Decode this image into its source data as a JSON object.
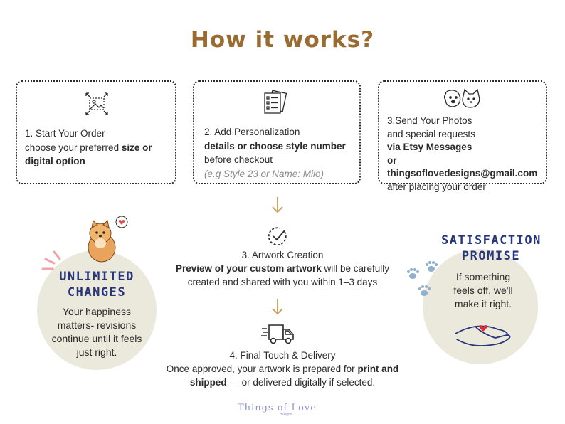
{
  "title": "How it works?",
  "steps": [
    {
      "icon": "image-resize-icon",
      "line1": "1. Start Your Order",
      "line2a": "choose your preferred ",
      "line2b": "size or",
      "line3": "digital option"
    },
    {
      "icon": "document-checklist-icon",
      "line1": "2. Add Personalization",
      "line2": "details or choose style number",
      "line3": "before checkout",
      "line4": "(e.g Style 23 or Name: Milo)"
    },
    {
      "icon": "dog-cat-icon",
      "line1": "3.Send Your Photos",
      "line2": "and special requests",
      "line3": "via Etsy Messages",
      "line4": "or thingsoflovedesigns@gmail.com",
      "line5": "after placing your order"
    }
  ],
  "creation": {
    "icon": "check-circle-icon",
    "heading": "3. Artwork Creation",
    "bold": "Preview of your custom artwork",
    "rest": " will be carefully",
    "line3": "created and shared with you within 1–3 days"
  },
  "delivery": {
    "icon": "delivery-truck-icon",
    "heading": "4. Final Touch & Delivery",
    "line2a": "Once approved, your artwork is prepared for ",
    "line2b": "print and",
    "line3a": "shipped",
    "line3b": " — or delivered digitally if selected."
  },
  "unlimited": {
    "title1": "UNLIMITED",
    "title2": "CHANGES",
    "text1": "Your happiness",
    "text2": "matters- revisions",
    "text3": "continue until it feels",
    "text4": "just right."
  },
  "promise": {
    "title1": "SATISFACTION",
    "title2": "PROMISE",
    "text1": "If something",
    "text2": "feels off, we'll",
    "text3": "make it right."
  },
  "logo": {
    "name": "Things of Love",
    "sub": "designs"
  },
  "colors": {
    "title": "#9a6b30",
    "accent_navy": "#27367a",
    "circle_bg": "#ebe8dc",
    "arrow": "#caa56a",
    "paw": "#8fb0cf",
    "logo": "#8e8fd2"
  }
}
